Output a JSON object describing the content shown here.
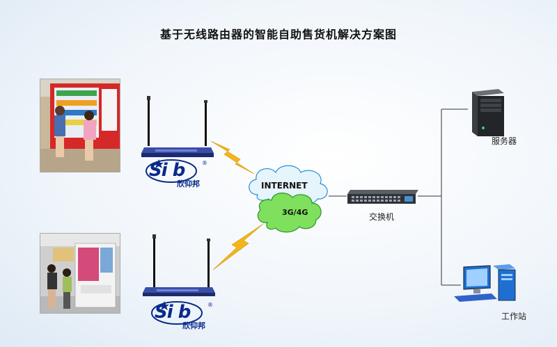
{
  "title": "基于无线路由器的智能自助售货机解决方案图",
  "logo": {
    "brand": "Si b",
    "chinese": "欣仰邦",
    "registered": "®"
  },
  "clouds": {
    "internet": "INTERNET",
    "mobile": "3G/4G"
  },
  "labels": {
    "switch": "交换机",
    "server": "服务器",
    "workstation": "工作站"
  },
  "colors": {
    "router_body": "#2c3b8f",
    "lightning": "#f2b51c",
    "cloud_white": "#e6f4fb",
    "cloud_green": "#7ee05c",
    "wire": "#333333"
  }
}
